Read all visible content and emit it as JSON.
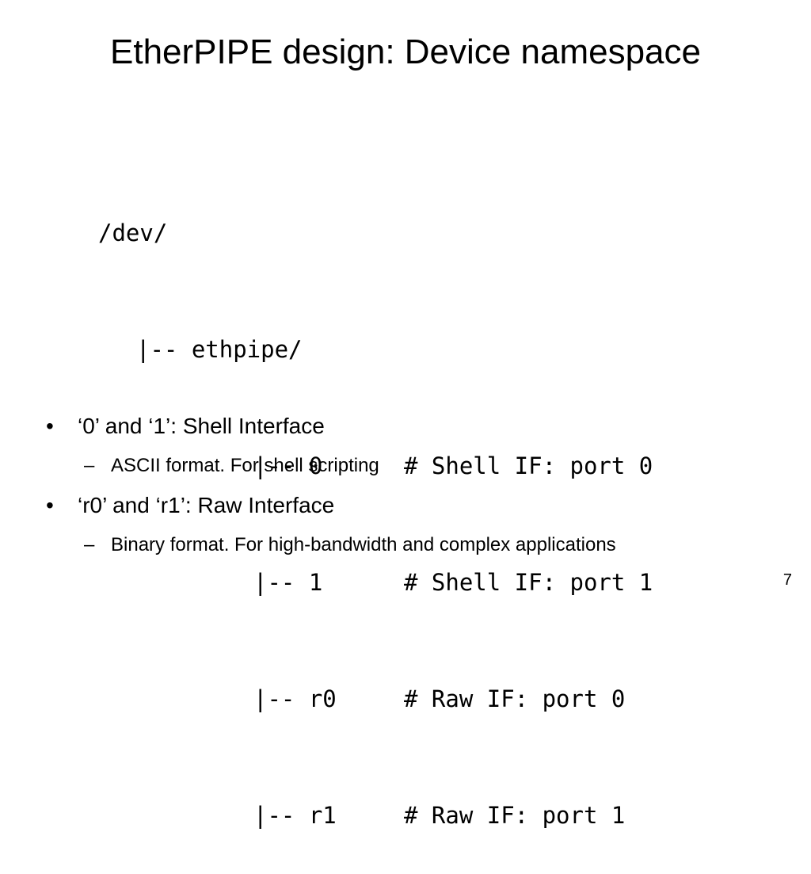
{
  "slide": {
    "title": "EtherPIPE design: Device namespace",
    "page_number": "7"
  },
  "code": {
    "root": "/dev/",
    "dir": "|-- ethpipe/",
    "entries": [
      {
        "path": "|-- 0",
        "comment": "# Shell IF: port 0"
      },
      {
        "path": "|-- 1",
        "comment": "# Shell IF: port 1"
      },
      {
        "path": "|-- r0",
        "comment": "# Raw IF: port 0"
      },
      {
        "path": "|-- r1",
        "comment": "# Raw IF: port 1"
      }
    ]
  },
  "bullets": [
    {
      "text": "‘0’ and ‘1’: Shell Interface",
      "sub": "ASCII format. For shell scripting"
    },
    {
      "text": "‘r0’ and ‘r1’: Raw Interface",
      "sub": "Binary format. For high-bandwidth and complex applications"
    }
  ]
}
